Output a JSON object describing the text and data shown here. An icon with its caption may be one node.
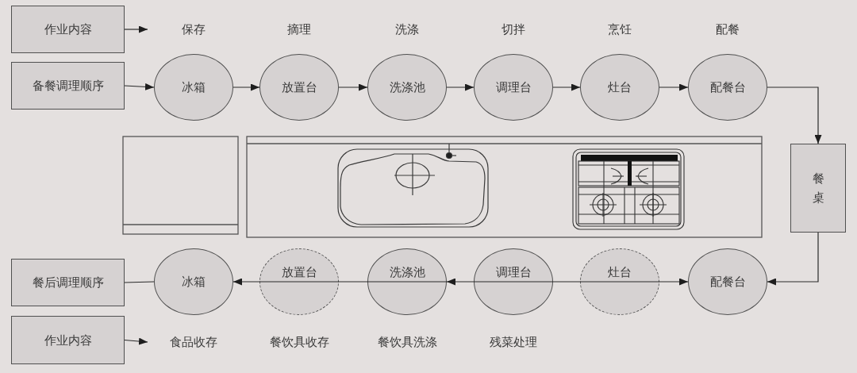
{
  "diagram": {
    "nodes": [
      {
        "text": [
          "作业内容"
        ]
      },
      {
        "text": [
          "备餐调理顺序"
        ]
      },
      {
        "text": [
          "冰箱"
        ],
        "beside": [
          "保存"
        ]
      },
      {
        "text": [
          "放置台"
        ],
        "beside": [
          "摘理"
        ]
      },
      {
        "text": [
          "洗涤池"
        ],
        "beside": [
          "洗涤"
        ]
      },
      {
        "text": [
          "调理台"
        ],
        "beside": [
          "切拌"
        ]
      },
      {
        "text": [
          "灶台"
        ],
        "beside": [
          "烹饪"
        ]
      },
      {
        "text": [
          "配餐台"
        ],
        "beside": [
          "配餐"
        ]
      },
      {
        "text": [
          "餐桌"
        ]
      },
      {
        "text": [
          "餐后调理顺序"
        ]
      },
      {
        "text": [
          "冰箱"
        ],
        "beside": [
          "食品收存"
        ]
      },
      {
        "text": [
          "放置台"
        ],
        "beside": [
          "餐饮具收存"
        ]
      },
      {
        "text": [
          "洗涤池"
        ],
        "beside": [
          "餐饮具洗涤"
        ]
      },
      {
        "text": [
          "调理台"
        ],
        "beside": [
          "残菜处理"
        ]
      },
      {
        "text": [
          "灶台"
        ]
      },
      {
        "text": [
          "配餐台"
        ]
      },
      {
        "text": [
          "作业内容"
        ]
      }
    ],
    "edges": [
      {
        "from": 0,
        "to": null,
        "arrow": "to"
      },
      {
        "from": 1,
        "to": 2,
        "arrow": "to"
      },
      {
        "from": 2,
        "to": 3,
        "arrow": "to"
      },
      {
        "from": 3,
        "to": 4,
        "arrow": "to"
      },
      {
        "from": 4,
        "to": 5,
        "arrow": "to"
      },
      {
        "from": 5,
        "to": 6,
        "arrow": "to"
      },
      {
        "from": 6,
        "to": 7,
        "arrow": "to"
      },
      {
        "from": 7,
        "to": 8,
        "arrow": "to"
      },
      {
        "from": 8,
        "to": 15,
        "arrow": "to"
      },
      {
        "from": 9,
        "to": 10,
        "arrow": "none"
      },
      {
        "from": 11,
        "to": 10,
        "arrow": "to"
      },
      {
        "from": 12,
        "to": 11,
        "arrow": "none"
      },
      {
        "from": 13,
        "to": 12,
        "arrow": "to"
      },
      {
        "from": 13,
        "to": 14,
        "arrow": "none"
      },
      {
        "from": 14,
        "to": 15,
        "arrow": "to"
      },
      {
        "from": 16,
        "to": null,
        "arrow": "to"
      }
    ]
  }
}
